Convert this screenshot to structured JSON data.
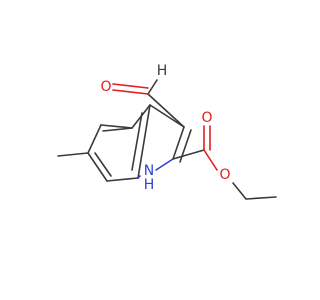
{
  "molecule": {
    "atoms": {
      "aldehyde_o": "O",
      "ester_carbonyl_o": "O",
      "ester_ether_o": "O",
      "ring_n": "N",
      "ring_nh_h": "H",
      "aldehyde_h": "H"
    },
    "colors": {
      "bond": "#3a3a3a",
      "oxygen": "#e02020",
      "nitrogen": "#2f3fd0"
    }
  }
}
